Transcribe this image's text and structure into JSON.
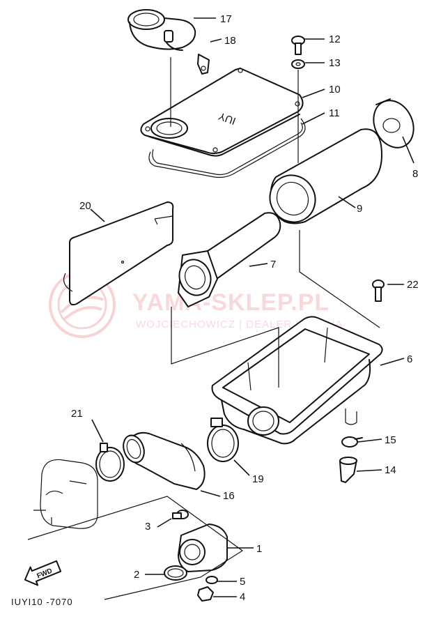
{
  "callouts": {
    "p1": "1",
    "p2": "2",
    "p3": "3",
    "p4": "4",
    "p5": "5",
    "p6": "6",
    "p7": "7",
    "p8": "8",
    "p9": "9",
    "p10": "10",
    "p11": "11",
    "p12": "12",
    "p13": "13",
    "p14": "14",
    "p15": "15",
    "p16": "16",
    "p17": "17",
    "p18": "18",
    "p19": "19",
    "p20": "20",
    "p21": "21",
    "p22": "22"
  },
  "diagram_code": "IUYI10 -7070",
  "fwd_label": "FWD",
  "cover_mark": "IUY",
  "watermark": {
    "title": "YAMA-SKLEP.PL",
    "subtitle": "WOJCIECHOWICZ | DEALER YAMAHA"
  },
  "colors": {
    "line": "#111111",
    "watermark": "#e05555"
  }
}
